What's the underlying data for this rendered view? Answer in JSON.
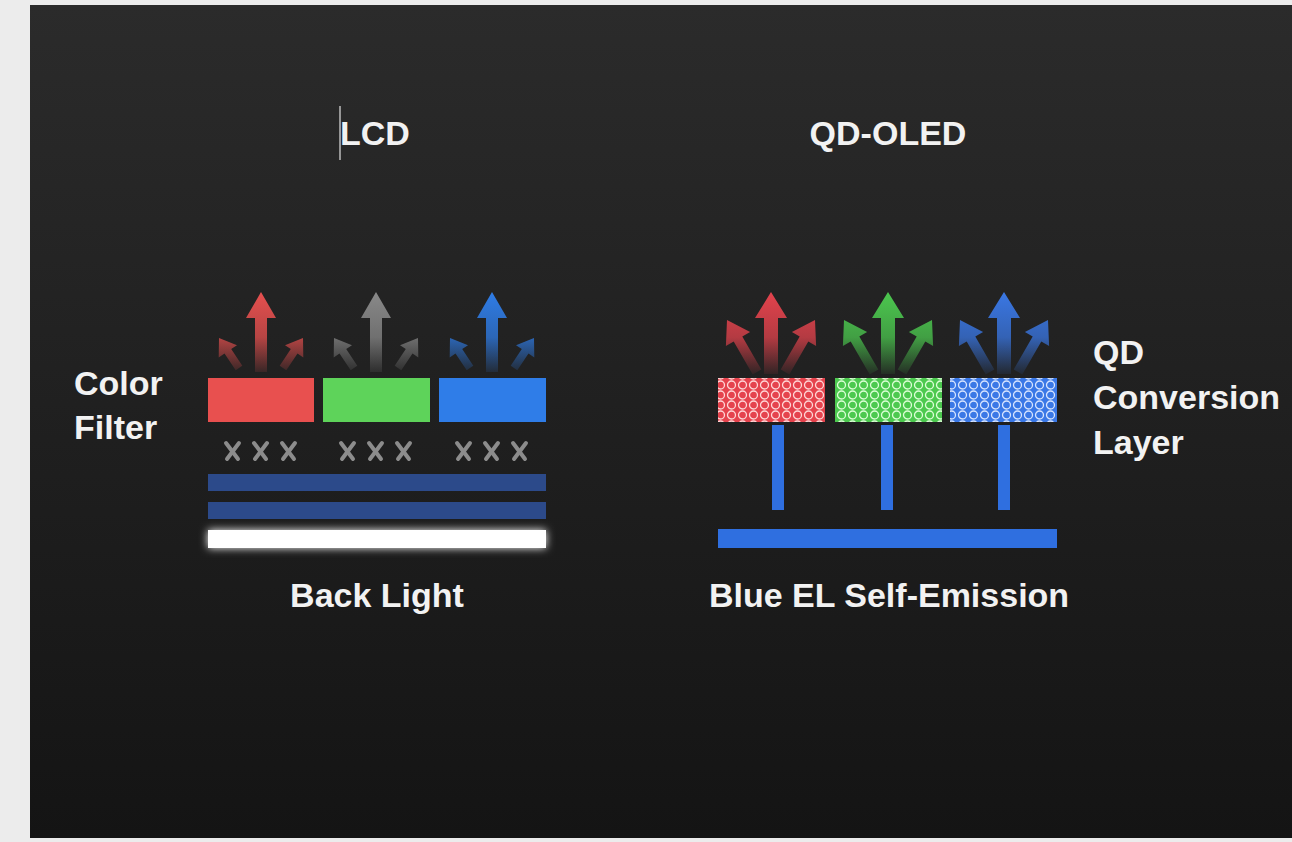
{
  "diagram": {
    "labels": [
      "LCD",
      "QD-OLED",
      "QD Conversion Layer",
      "Color Filter",
      "Back Light",
      "Blue EL Self-Emission"
    ]
  }
}
